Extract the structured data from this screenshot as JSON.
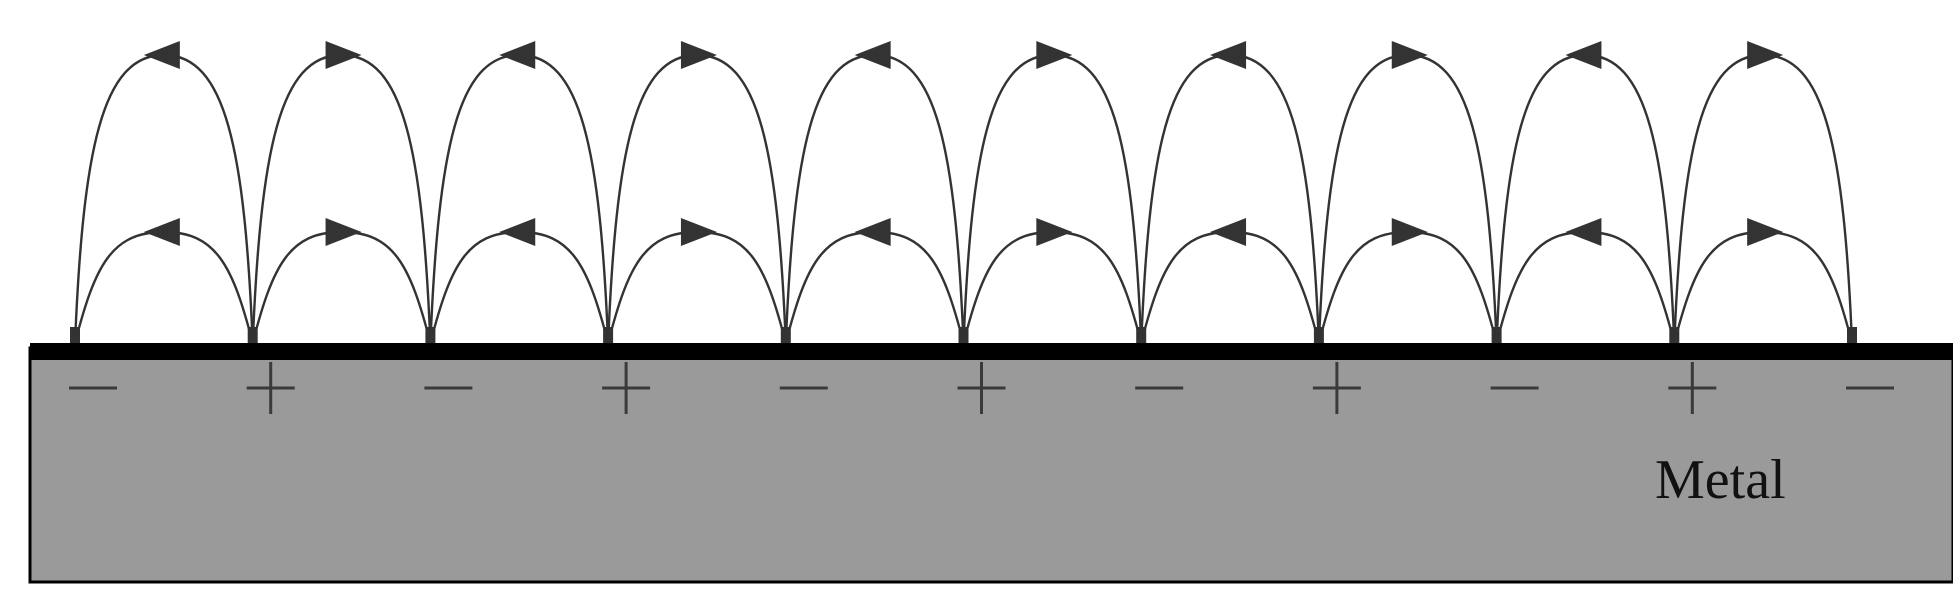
{
  "figure": {
    "material_label": "Metal",
    "charges": [
      "−",
      "+",
      "−",
      "+",
      "−",
      "+",
      "−",
      "+",
      "−",
      "+",
      "−"
    ],
    "field_line_pairs": 10,
    "field_line_rows": [
      "outer",
      "inner"
    ],
    "arrow_directions": [
      "left",
      "right",
      "left",
      "right",
      "left",
      "right",
      "left",
      "right",
      "left",
      "right"
    ]
  },
  "colors": {
    "metal_fill": "#9a9a9a",
    "surface_stroke": "#000000",
    "field_line": "#333333",
    "charge_mark": "#3a3a3a",
    "label_text": "#111111"
  }
}
